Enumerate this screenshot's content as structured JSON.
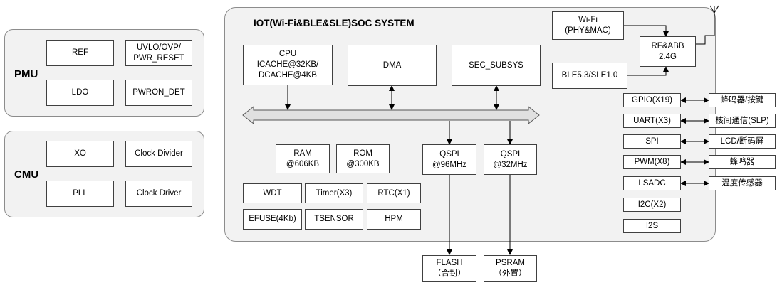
{
  "pmu": {
    "title": "PMU",
    "ref": "REF",
    "uvlo": "UVLO/OVP/\nPWR_RESET",
    "ldo": "LDO",
    "pwron": "PWRON_DET"
  },
  "cmu": {
    "title": "CMU",
    "xo": "XO",
    "clock_divider": "Clock Divider",
    "pll": "PLL",
    "clock_driver": "Clock Driver"
  },
  "soc": {
    "title": "IOT(Wi-Fi&BLE&SLE)SOC SYSTEM",
    "cpu": "CPU\nICACHE@32KB/\nDCACHE@4KB",
    "dma": "DMA",
    "sec": "SEC_SUBSYS",
    "ram": "RAM\n@606KB",
    "rom": "ROM\n@300KB",
    "qspi1": "QSPI\n@96MHz",
    "qspi2": "QSPI\n@32MHz",
    "wdt": "WDT",
    "timer": "Timer(X3)",
    "rtc": "RTC(X1)",
    "efuse": "EFUSE(4Kb)",
    "tsensor": "TSENSOR",
    "hpm": "HPM"
  },
  "radio": {
    "wifi": "Wi-Fi\n(PHY&MAC)",
    "ble": "BLE5.3/SLE1.0",
    "rf": "RF&ABB\n2.4G"
  },
  "peripherals": [
    {
      "label": "GPIO(X19)",
      "ext": "蜂鸣器/按键"
    },
    {
      "label": "UART(X3)",
      "ext": "核间通信(SLP)"
    },
    {
      "label": "SPI",
      "ext": "LCD/断码屏"
    },
    {
      "label": "PWM(X8)",
      "ext": "蜂鸣器"
    },
    {
      "label": "LSADC",
      "ext": "温度传感器"
    },
    {
      "label": "I2C(X2)"
    },
    {
      "label": "I2S"
    }
  ],
  "memory": {
    "flash": "FLASH\n（合封）",
    "psram": "PSRAM\n（外置）"
  }
}
